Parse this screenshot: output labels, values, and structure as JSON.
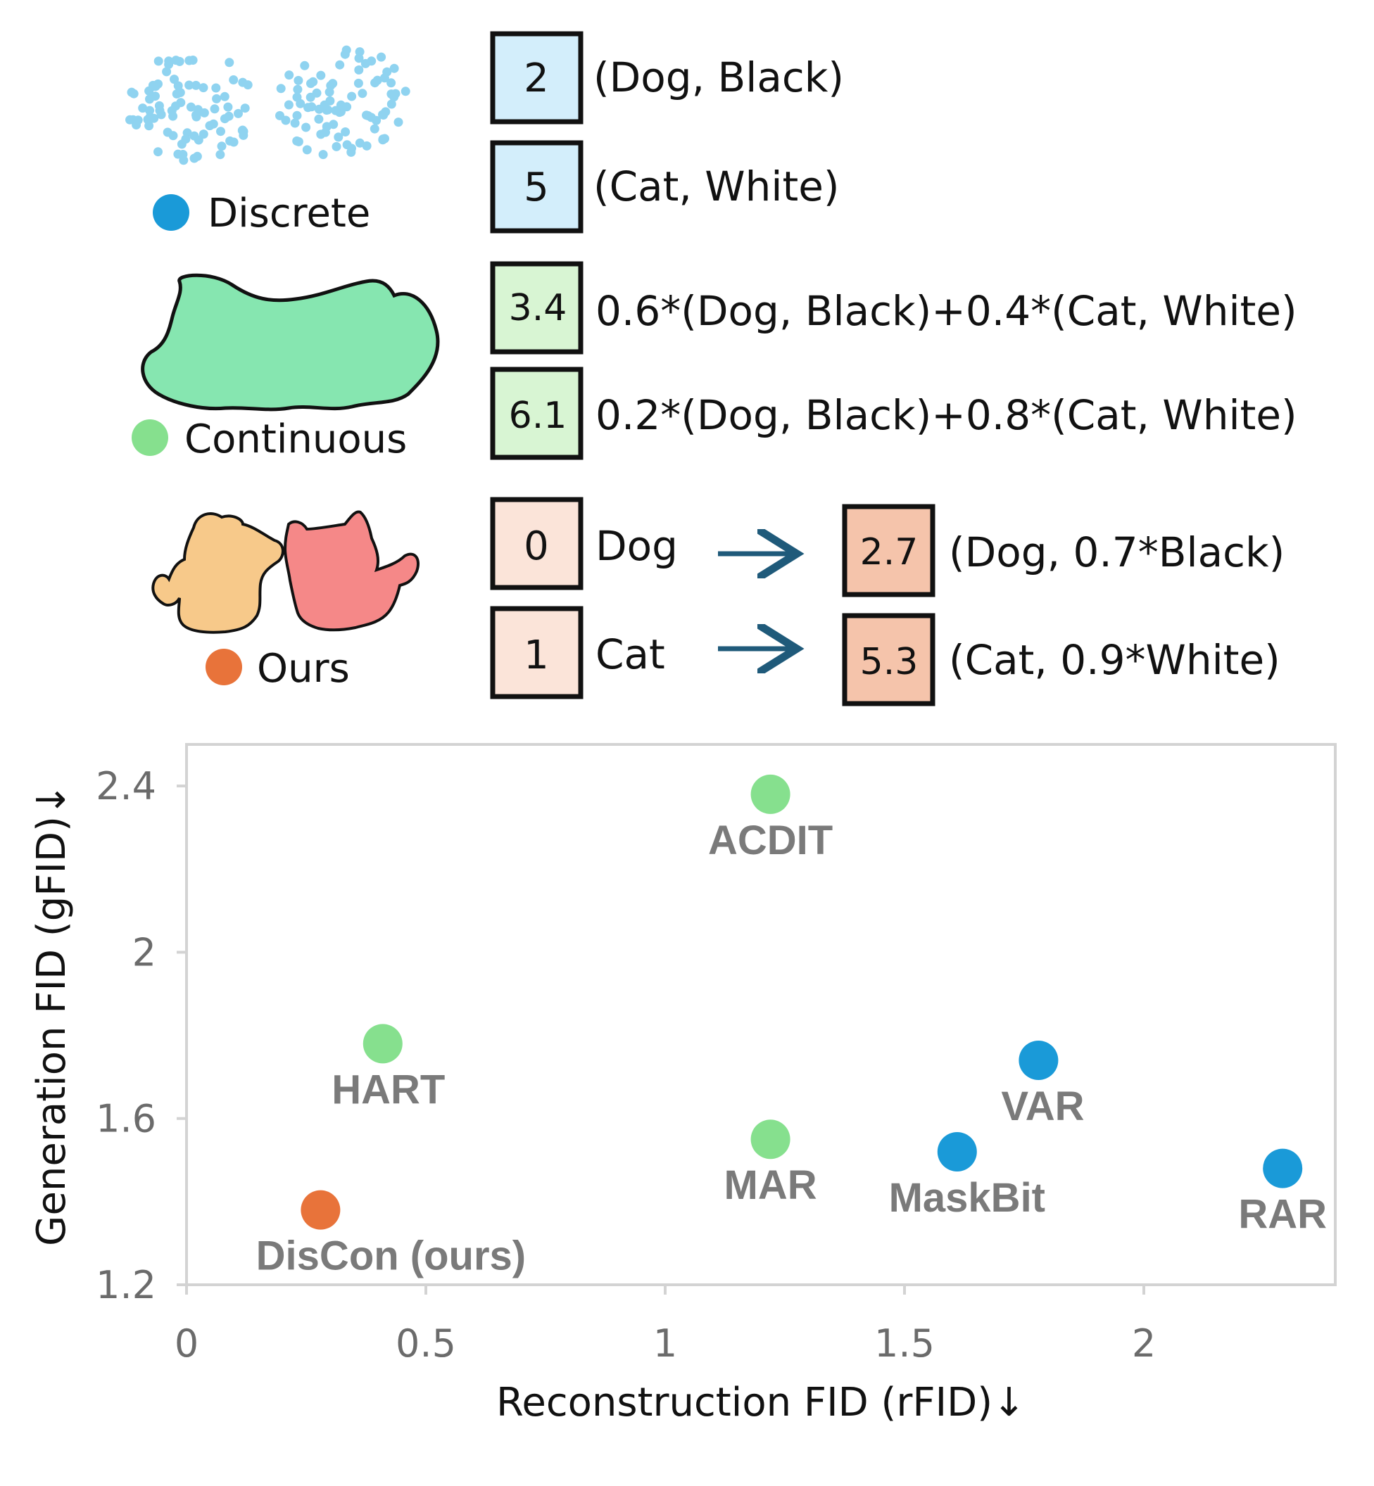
{
  "legend": {
    "discrete": {
      "label": "Discrete",
      "color": "#1a9ad8"
    },
    "continuous": {
      "label": "Continuous",
      "color": "#86e08e"
    },
    "ours": {
      "label": "Ours",
      "color": "#e8733a"
    }
  },
  "token_rows": [
    {
      "id": "discrete-1",
      "box": "2",
      "text": "(Dog, Black)",
      "fill": "#d3eefb"
    },
    {
      "id": "discrete-2",
      "box": "5",
      "text": "(Cat, White)",
      "fill": "#d3eefb"
    },
    {
      "id": "continuous-1",
      "box": "3.4",
      "text": "0.6*(Dog, Black)+0.4*(Cat, White)",
      "fill": "#d8f5d3"
    },
    {
      "id": "continuous-2",
      "box": "6.1",
      "text": "0.2*(Dog, Black)+0.8*(Cat, White)",
      "fill": "#d8f5d3"
    },
    {
      "id": "ours-1",
      "box": "0",
      "text": "Dog",
      "fill": "#fbe4d9",
      "box2": "2.7",
      "text2": "(Dog, 0.7*Black)",
      "fill2": "#f5c4ab"
    },
    {
      "id": "ours-2",
      "box": "1",
      "text": "Cat",
      "fill": "#fbe4d9",
      "box2": "5.3",
      "text2": "(Cat, 0.9*White)",
      "fill2": "#f5c4ab"
    }
  ],
  "arrow_color": "#1f5a7a",
  "chart_data": {
    "type": "scatter",
    "xlabel": "Reconstruction FID (rFID)↓",
    "ylabel": "Generation FID (gFID)↓",
    "xlim": [
      0,
      2.4
    ],
    "ylim": [
      1.2,
      2.5
    ],
    "xticks": [
      "0",
      "0.5",
      "1",
      "1.5",
      "2"
    ],
    "yticks": [
      "1.2",
      "1.6",
      "2",
      "2.4"
    ],
    "grid": false,
    "points": [
      {
        "name": "ACDIT",
        "x": 1.22,
        "y": 2.38,
        "group": "continuous"
      },
      {
        "name": "HART",
        "x": 0.41,
        "y": 1.78,
        "group": "continuous"
      },
      {
        "name": "MAR",
        "x": 1.22,
        "y": 1.55,
        "group": "continuous"
      },
      {
        "name": "VAR",
        "x": 1.78,
        "y": 1.74,
        "group": "discrete"
      },
      {
        "name": "MaskBit",
        "x": 1.61,
        "y": 1.52,
        "group": "discrete"
      },
      {
        "name": "RAR",
        "x": 2.29,
        "y": 1.48,
        "group": "discrete"
      },
      {
        "name": "DisCon (ours)",
        "x": 0.28,
        "y": 1.38,
        "group": "ours"
      }
    ],
    "colors": {
      "discrete": "#1a9ad8",
      "continuous": "#86e08e",
      "ours": "#e8733a"
    }
  }
}
